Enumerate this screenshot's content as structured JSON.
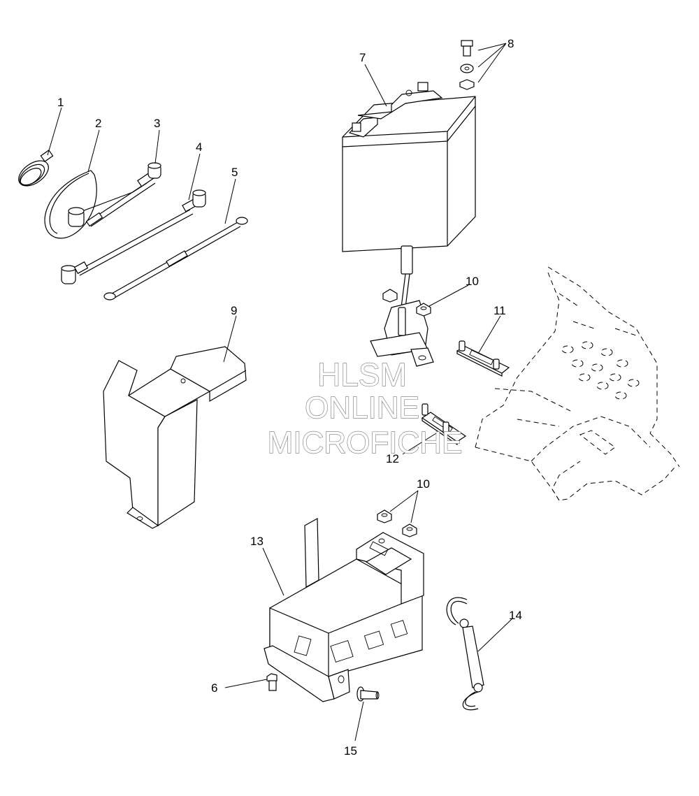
{
  "callouts": {
    "c1": "1",
    "c2": "2",
    "c3": "3",
    "c4": "4",
    "c5": "5",
    "c6": "6",
    "c7": "7",
    "c8": "8",
    "c9": "9",
    "c10a": "10",
    "c10b": "10",
    "c11": "11",
    "c12": "12",
    "c13": "13",
    "c14": "14",
    "c15": "15"
  },
  "watermark": {
    "line1": "HLSM",
    "line2": "ONLINE",
    "line3": "MICROFICHE"
  }
}
